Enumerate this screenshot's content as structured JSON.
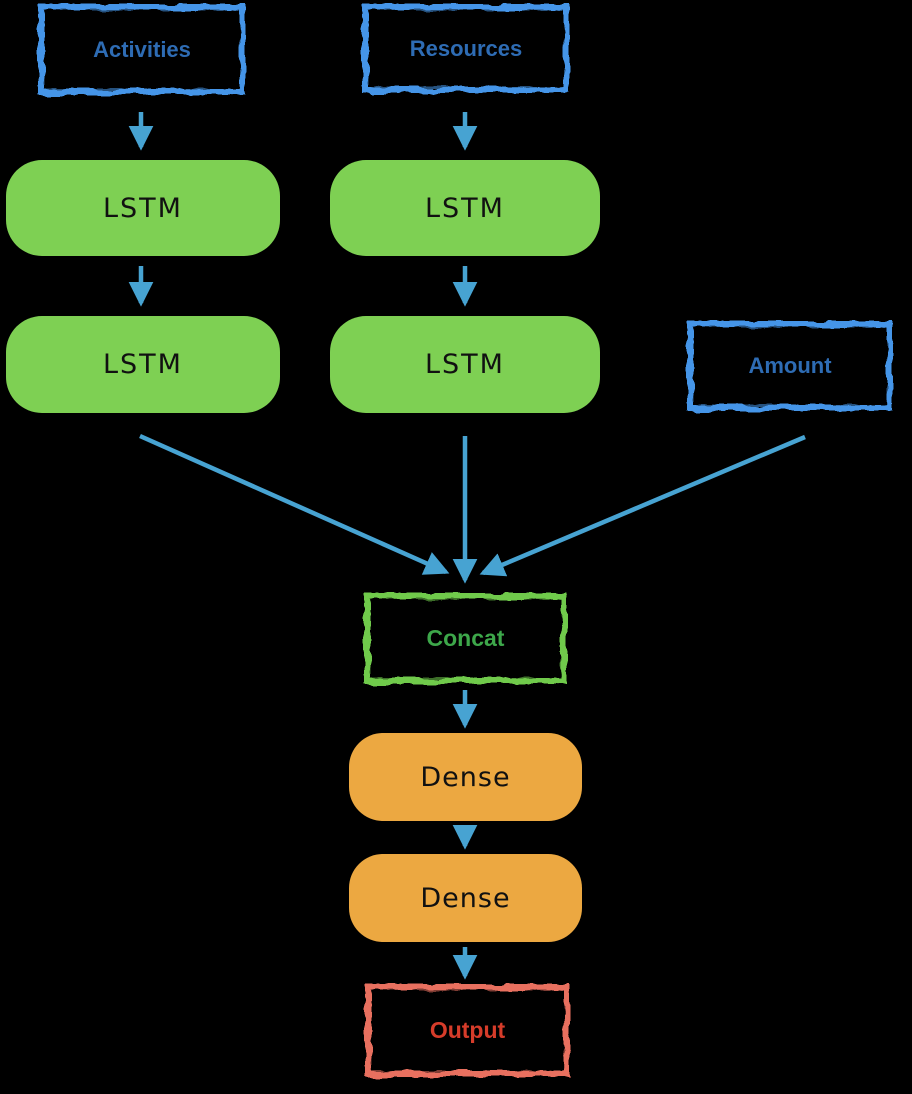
{
  "colors": {
    "background": "#000000",
    "input_border": "#4495e8",
    "input_text": "#2e6cb4",
    "lstm_fill": "#7ed053",
    "block_text": "#111111",
    "concat_border": "#6fca4c",
    "concat_text": "#3da74a",
    "dense_fill": "#eca841",
    "output_border": "#e8705f",
    "output_text": "#d63c2a",
    "arrow": "#47a3d2"
  },
  "nodes": {
    "activities": {
      "label": "Activities",
      "style": "blue-outline"
    },
    "resources": {
      "label": "Resources",
      "style": "blue-outline"
    },
    "amount": {
      "label": "Amount",
      "style": "blue-outline"
    },
    "lstm_left_1": {
      "label": "LSTM",
      "style": "green-solid"
    },
    "lstm_left_2": {
      "label": "LSTM",
      "style": "green-solid"
    },
    "lstm_right_1": {
      "label": "LSTM",
      "style": "green-solid"
    },
    "lstm_right_2": {
      "label": "LSTM",
      "style": "green-solid"
    },
    "concat": {
      "label": "Concat",
      "style": "green-outline"
    },
    "dense_1": {
      "label": "Dense",
      "style": "orange-solid"
    },
    "dense_2": {
      "label": "Dense",
      "style": "orange-solid"
    },
    "output": {
      "label": "Output",
      "style": "red-outline"
    }
  },
  "edges": [
    {
      "from": "activities",
      "to": "lstm_left_1"
    },
    {
      "from": "resources",
      "to": "lstm_right_1"
    },
    {
      "from": "lstm_left_1",
      "to": "lstm_left_2"
    },
    {
      "from": "lstm_right_1",
      "to": "lstm_right_2"
    },
    {
      "from": "lstm_left_2",
      "to": "concat"
    },
    {
      "from": "lstm_right_2",
      "to": "concat"
    },
    {
      "from": "amount",
      "to": "concat"
    },
    {
      "from": "concat",
      "to": "dense_1"
    },
    {
      "from": "dense_1",
      "to": "dense_2"
    },
    {
      "from": "dense_2",
      "to": "output"
    }
  ]
}
